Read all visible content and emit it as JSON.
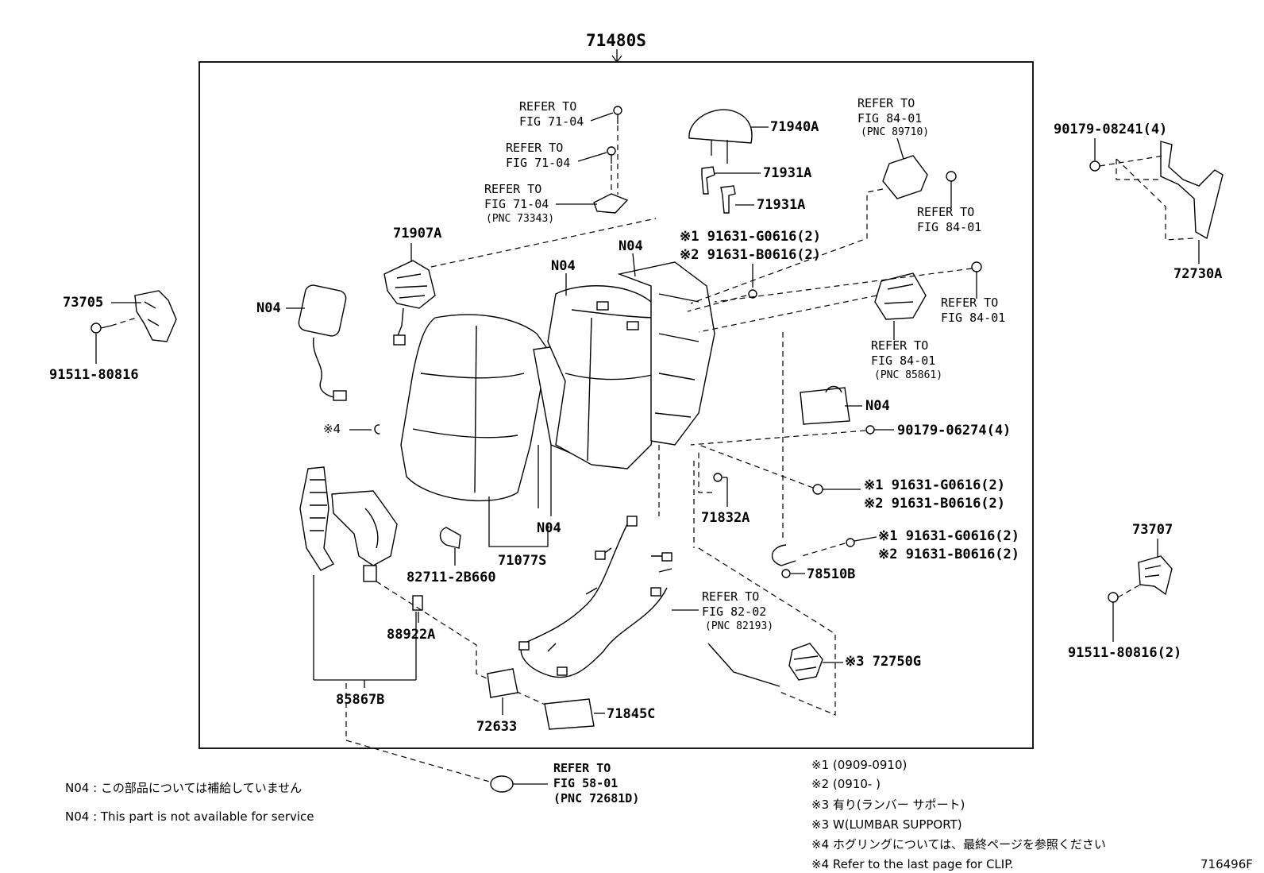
{
  "assembly": "71480S",
  "catalog_ref": "716496F",
  "parts": {
    "p73705": "73705",
    "p91511a": "91511-80816",
    "p71907a": "71907A",
    "n04_motor": "N04",
    "n04_cushion": "N04",
    "n04_frame": "N04",
    "n04_panel": "N04",
    "n04_bracket": "N04",
    "clip_note": "※4",
    "p71940a": "71940A",
    "p71931a_1": "71931A",
    "p71931a_2": "71931A",
    "bolt_a_1": "※1 91631-G0616(2)",
    "bolt_a_2": "※2 91631-B0616(2)",
    "p90179_08241": "90179-08241(4)",
    "p72730a": "72730A",
    "p90179_06274": "90179-06274(4)",
    "bolt_b_1": "※1  91631-G0616(2)",
    "bolt_b_2": "※2  91631-B0616(2)",
    "bolt_c_1": "※1 91631-G0616(2)",
    "bolt_c_2": "※2 91631-B0616(2)",
    "p71832a": "71832A",
    "p78510b": "78510B",
    "p73707": "73707",
    "p91511b": "91511-80816(2)",
    "p82711": "82711-2B660",
    "p71077s": "71077S",
    "p88922a": "88922A",
    "p85867b": "85867B",
    "p72633": "72633",
    "p71845c": "71845C",
    "p72750g": "※3 72750G"
  },
  "refer": {
    "r1": {
      "a": "REFER TO",
      "b": "FIG 71-04"
    },
    "r2": {
      "a": "REFER TO",
      "b": "FIG 71-04"
    },
    "r3": {
      "a": "REFER TO",
      "b": "FIG 71-04",
      "c": "(PNC 73343)"
    },
    "r4": {
      "a": "REFER TO",
      "b": "FIG 84-01",
      "c": "(PNC 89710)"
    },
    "r5": {
      "a": "REFER TO",
      "b": "FIG 84-01"
    },
    "r6": {
      "a": "REFER TO",
      "b": "FIG 84-01"
    },
    "r7": {
      "a": "REFER TO",
      "b": "FIG 84-01",
      "c": "(PNC 85861)"
    },
    "r8": {
      "a": "REFER TO",
      "b": "FIG 82-02",
      "c": "(PNC 82193)"
    },
    "r9": {
      "a": "REFER TO",
      "b": "FIG 58-01",
      "c": "(PNC 72681D)"
    }
  },
  "footnotes_left": [
    "N04 : この部品については補給していません",
    "N04 : This part is not available for service"
  ],
  "footnotes_right": [
    "※1 (0909-0910)",
    "※2 (0910-      )",
    "※3 有り(ランバー  サポート)",
    "※3  W(LUMBAR SUPPORT)",
    "※4  ホグリングについては、最終ページを参照ください",
    "※4  Refer to the last page for CLIP."
  ]
}
